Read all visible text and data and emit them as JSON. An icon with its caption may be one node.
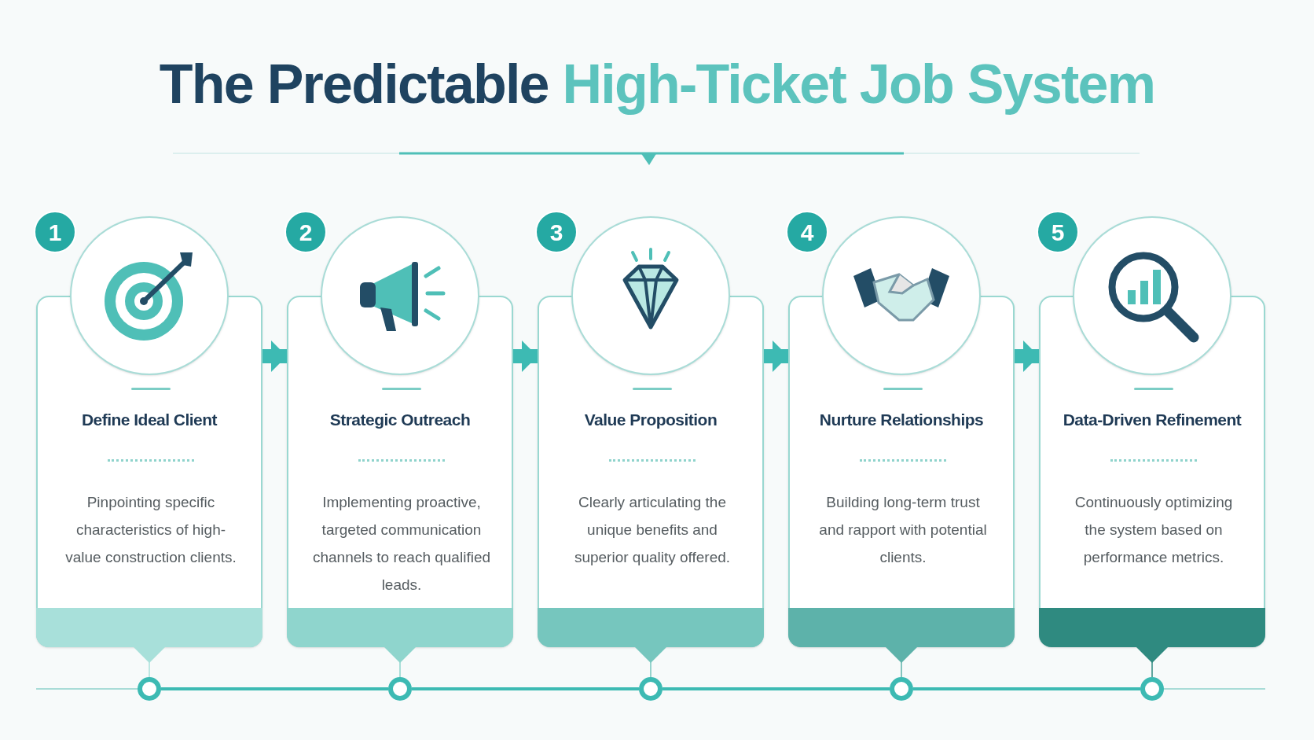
{
  "diagram": {
    "title": "The Predictable High-Ticket Job System",
    "nodes": [
      {
        "text": [
          "1"
        ]
      },
      {
        "text": [
          "Define Ideal Client",
          "Pinpointing specific characteristics of high-value construction clients."
        ]
      },
      {
        "text": [
          "2"
        ]
      },
      {
        "text": [
          "Strategic Outreach",
          "Implementing proactive, targeted communication channels to reach qualified leads."
        ]
      },
      {
        "text": [
          "3"
        ]
      },
      {
        "text": [
          "Value Proposition",
          "Clearly articulating the unique benefits and superior quality offered."
        ]
      },
      {
        "text": [
          "4"
        ]
      },
      {
        "text": [
          "Nurture Relationships",
          "Building long-term trust and rapport with potential clients."
        ]
      },
      {
        "text": [
          "5"
        ]
      },
      {
        "text": [
          "Data-Driven Refinement",
          "Continuously optimizing the system based on performance metrics."
        ]
      },
      {
        "text": [],
        "shape": "circle"
      },
      {
        "text": [],
        "shape": "circle"
      },
      {
        "text": [],
        "shape": "circle"
      },
      {
        "text": [],
        "shape": "circle"
      },
      {
        "text": [],
        "shape": "circle"
      }
    ],
    "edges": [
      {
        "from": 1,
        "to": 3,
        "arrow": "to",
        "style": "thick"
      },
      {
        "from": 3,
        "to": 5,
        "arrow": "to",
        "style": "thick"
      },
      {
        "from": 5,
        "to": 7,
        "arrow": "to",
        "style": "thick"
      },
      {
        "from": 7,
        "to": 9,
        "arrow": "to",
        "style": "thick"
      },
      {
        "from": 10,
        "to": 11,
        "arrow": "none"
      },
      {
        "from": 11,
        "to": 12,
        "arrow": "none"
      },
      {
        "from": 12,
        "to": 13,
        "arrow": "none"
      },
      {
        "from": 13,
        "to": 14,
        "arrow": "none"
      },
      {
        "from": 1,
        "to": 10,
        "arrow": "to",
        "color": "#a8e0da"
      },
      {
        "from": 3,
        "to": 11,
        "arrow": "to",
        "color": "#8fd5cd"
      },
      {
        "from": 5,
        "to": 12,
        "arrow": "to",
        "color": "#76c6be"
      },
      {
        "from": 7,
        "to": 13,
        "arrow": "to",
        "color": "#5db2aa"
      },
      {
        "from": 9,
        "to": 14,
        "arrow": "to",
        "color": "#2f8a80"
      }
    ]
  }
}
